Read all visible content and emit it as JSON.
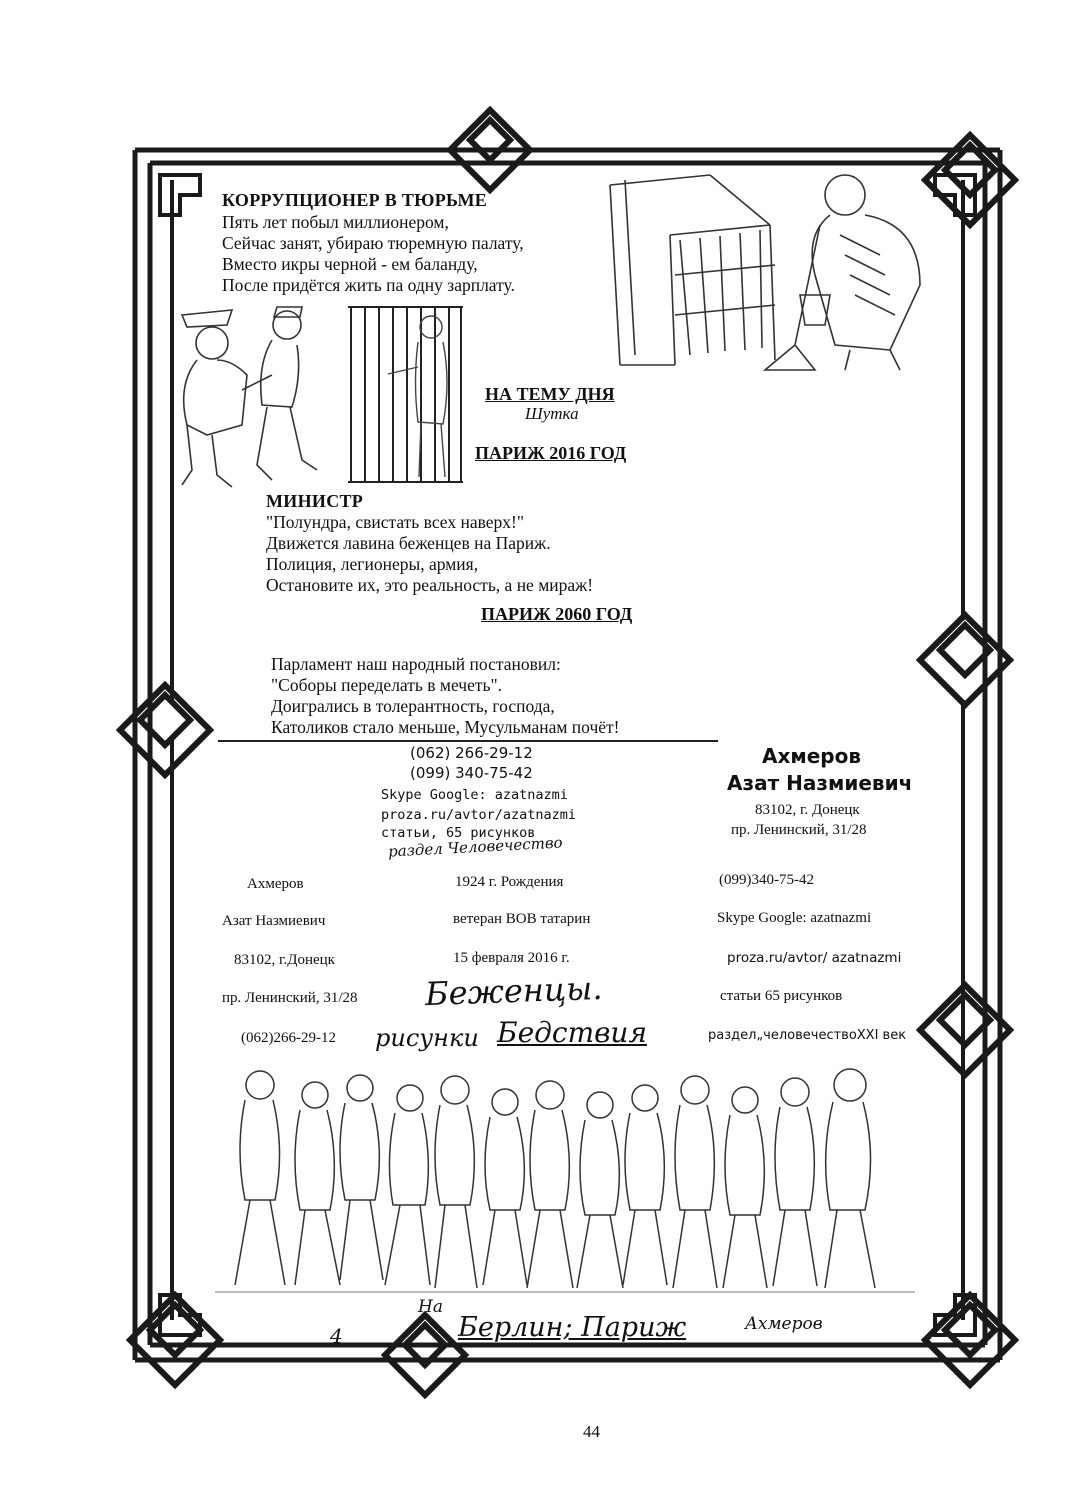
{
  "poem1": {
    "title": "КОРРУПЦИОНЕР В ТЮРЬМЕ",
    "lines": [
      "Пять лет побыл миллионером,",
      "Сейчас занят, убираю тюремную палату,",
      "Вместо икры черной - ем баланду,",
      "После придётся жить па одну зарплату."
    ]
  },
  "topic": {
    "heading": "НА ТЕМУ ДНЯ",
    "sub": "Шутка"
  },
  "paris2016": {
    "heading": "ПАРИЖ 2016 ГОД"
  },
  "minister": {
    "title": "МИНИСТР",
    "lines": [
      "\"Полундра, свистать всех наверх!\"",
      "Движется лавина беженцев на Париж.",
      "Полиция, легионеры, армия,",
      "Остановите их, это реальность, а не мираж!"
    ]
  },
  "paris2060": {
    "heading": "ПАРИЖ 2060 ГОД",
    "lines": [
      "Парламент наш народный постановил:",
      "\"Соборы переделать в мечеть\".",
      "Доигрались в толерантность, господа,",
      "Католиков стало меньше, Мусульманам почёт!"
    ]
  },
  "contacts_center": {
    "phone1": "(062) 266-29-12",
    "phone2": "(099) 340-75-42",
    "skype": "Skype Google: azatnazmi",
    "site": "proza.ru/avtor/azatnazmi",
    "articles": "статьи, 65 рисунков",
    "handnote": "раздел Человечество"
  },
  "author_right": {
    "surname": "Ахмеров",
    "name": "Азат Назмиевич",
    "city": "83102, г. Донецк",
    "street": "пр. Ленинский, 31/28"
  },
  "info_grid": {
    "col1": [
      "Ахмеров",
      "Азат Назмиевич",
      "83102, г.Донецк",
      "пр. Ленинский, 31/28",
      "(062)266-29-12"
    ],
    "col2": [
      "1924 г. Рождения",
      "ветеран ВОВ татарин",
      "15 февраля 2016 г."
    ],
    "col3": [
      "(099)340-75-42",
      "Skype Google: azatnazmi",
      "proza.ru/avtor/ azatnazmi",
      "статьи 65 рисунков",
      "раздел„человечествоXXI век"
    ]
  },
  "handwritten": {
    "title1": "Беженцы.",
    "title2": "рисунки",
    "title3": "Бедствия",
    "bottom_prefix": "На",
    "bottom": "Берлин; Париж",
    "signature": "Ахмеров",
    "corner_mark": "4"
  },
  "page_number": "44",
  "colors": {
    "ink": "#111111",
    "paper": "#ffffff",
    "frame": "#1a1a1a"
  }
}
